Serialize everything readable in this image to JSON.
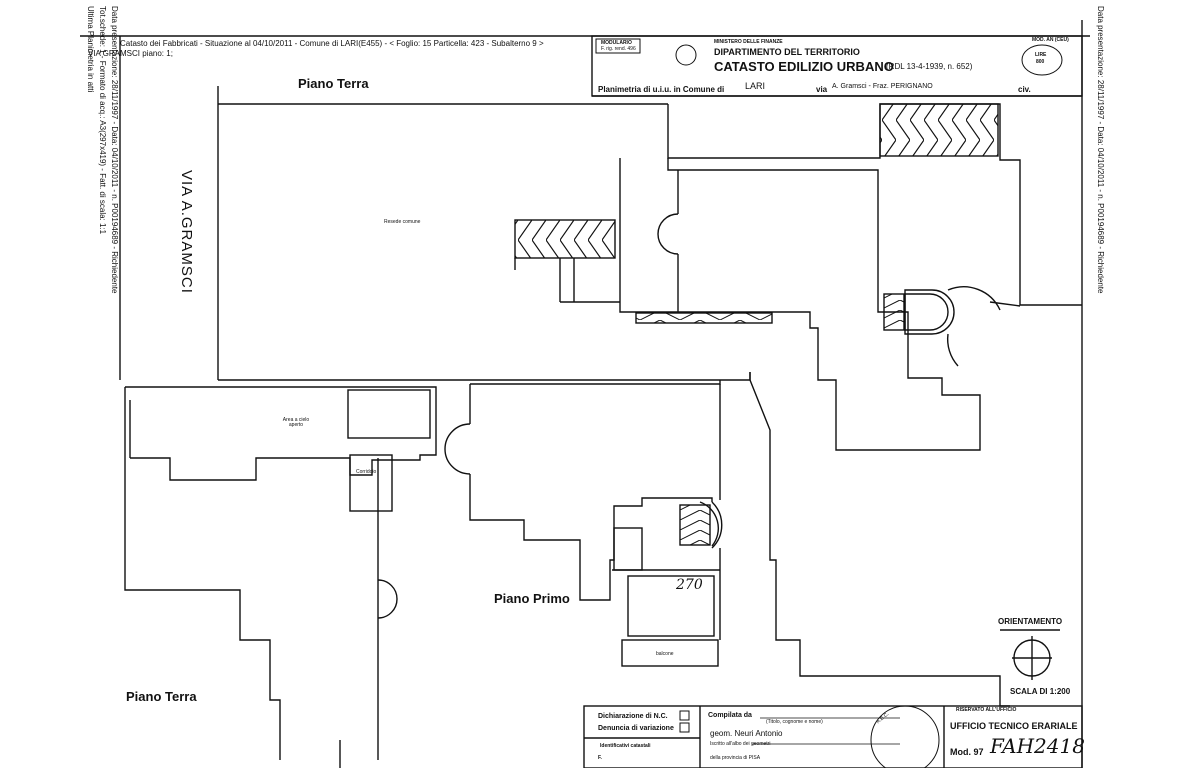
{
  "left_margin": {
    "line1": "Data presentazione: 28/11/1997 - Data: 04/10/2011 - n. P00194689 - Richiedente",
    "line2": "Tot.schede: 1 - Formato di acq.: A3(297x419) - Fatt. di scala: 1:1",
    "line3": "Ultima Planimetria in atti"
  },
  "right_margin": {
    "line1": "Data presentazione: 28/11/1997 - Data: 04/10/2011 - n. P00194689 - Richiedente"
  },
  "top_header": {
    "line1": "Catasto dei Fabbricati - Situazione al 04/10/2011 - Comune di LARI(E455) - < Foglio: 15 Particella: 423 - Subalterno 9 >",
    "line2": "VIA GRAMSCI piano: 1;"
  },
  "form_header": {
    "modulario": "MODULARIO",
    "modulario_sub": "F. rig. rend. 496",
    "ministry": "MINISTERO DELLE FINANZE",
    "department": "DIPARTIMENTO DEL TERRITORIO",
    "title": "CATASTO EDILIZIO URBANO",
    "law": "(RDL 13-4-1939, n. 652)",
    "model": "MOD. AN (CEU)",
    "lire_label": "LIRE",
    "lire_value": "800",
    "planimetria_prefix": "Planimetria di u.i.u. in Comune di",
    "comune": "LARI",
    "via_label": "via",
    "via_value": "A. Gramsci - Fraz. PERIGNANO",
    "civ_label": "civ."
  },
  "labels": {
    "street": "VIA A.GRAMSCI",
    "piano_terra_top": "Piano Terra",
    "piano_terra_bottom": "Piano Terra",
    "piano_primo": "Piano Primo",
    "resede": "Resede comune",
    "area_open": "Area a cielo aperto",
    "corridoio": "Corridoio",
    "balcone": "balcone",
    "handwritten_number": "270",
    "orientamento": "ORIENTAMENTO",
    "scala": "SCALA DI 1:200",
    "riservato": "RISERVATO ALL'UFFICIO"
  },
  "footer": {
    "dich_nc": "Dichiarazione di N.C.",
    "denuncia": "Denuncia di variazione",
    "identificativi": "Identificativi catastali",
    "f_label": "F.",
    "compilata": "Compilata da",
    "compilata_sub": "(Titolo, cognome e nome)",
    "geom": "geom. Neuri Antonio",
    "iscritto": "Iscritto all'albo dei geometri",
    "provincia": "della provincia di PISA",
    "ufficio": "UFFICIO TECNICO ERARIALE",
    "mod": "Mod. 97",
    "handwritten_code": "FAH2418",
    "stamp_text": "A.B.C."
  },
  "colors": {
    "ink": "#111111",
    "paper": "#ffffff"
  }
}
